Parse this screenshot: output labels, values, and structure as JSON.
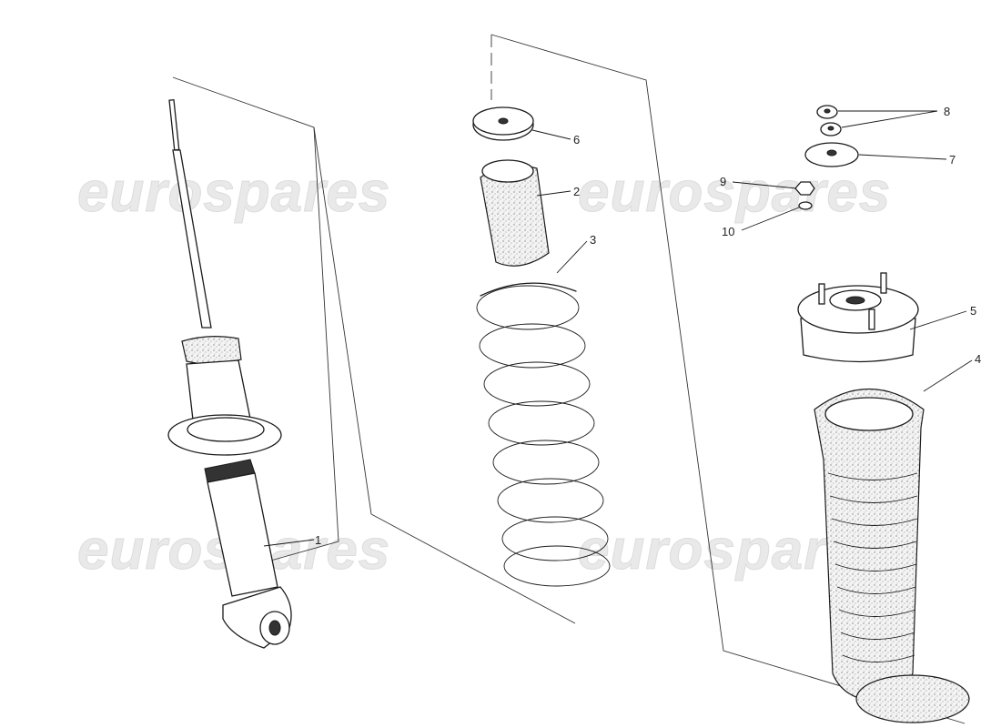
{
  "watermark": {
    "text": "eurospares"
  },
  "parts": [
    {
      "number": "1"
    },
    {
      "number": "2"
    },
    {
      "number": "3"
    },
    {
      "number": "4"
    },
    {
      "number": "5"
    },
    {
      "number": "6"
    },
    {
      "number": "7"
    },
    {
      "number": "8"
    },
    {
      "number": "9"
    },
    {
      "number": "10"
    }
  ]
}
